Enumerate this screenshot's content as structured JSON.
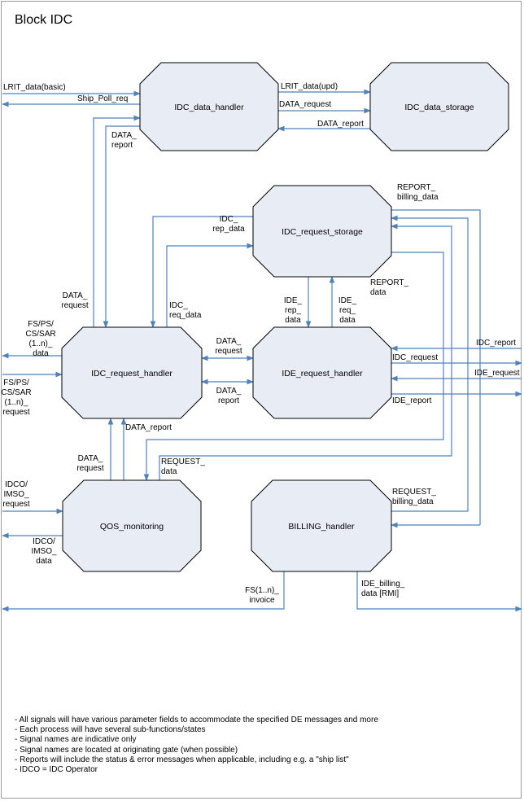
{
  "title": "Block IDC",
  "blocks": {
    "idc_data_handler": "IDC_data_handler",
    "idc_data_storage": "IDC_data_storage",
    "idc_request_storage": "IDC_request_storage",
    "idc_request_handler": "IDC_request_handler",
    "ide_request_handler": "IDE_request_handler",
    "qos_monitoring": "QOS_monitoring",
    "billing_handler": "BILLING_handler"
  },
  "signals": {
    "lrit_data_basic": "LRIT_data(basic)",
    "ship_poll_req": "Ship_Poll_req",
    "lrit_data_upd": "LRIT_data(upd)",
    "data_request_top": "DATA_request",
    "data_report_top": "DATA_report",
    "data_report_left": [
      "DATA_",
      "report"
    ],
    "idc_rep_data": [
      "IDC_",
      "rep_data"
    ],
    "report_billing_data": [
      "REPORT_",
      "billing_data"
    ],
    "report_data": [
      "REPORT_",
      "data"
    ],
    "data_request_left": [
      "DATA_",
      "request"
    ],
    "idc_req_data": [
      "IDC_",
      "req_data"
    ],
    "ide_rep_data": [
      "IDE_",
      "rep_",
      "data"
    ],
    "ide_req_data": [
      "IDE_",
      "req_",
      "data"
    ],
    "fs_data_out": [
      "FS/PS/",
      "CS/SAR",
      "(1..n)_",
      "data"
    ],
    "fs_request_in": [
      "FS/PS/",
      "CS/SAR",
      "(1..n)_",
      "request"
    ],
    "data_request_mid": [
      "DATA_",
      "request"
    ],
    "data_report_mid": [
      "DATA_",
      "report"
    ],
    "idc_report": "IDC_report",
    "idc_request": "IDC_request",
    "ide_request": "IDE_request",
    "ide_report": "IDE_report",
    "data_report_qos": "DATA_report",
    "data_request_qos": [
      "DATA_",
      "request"
    ],
    "request_data": [
      "REQUEST_",
      "data"
    ],
    "request_billing_data": [
      "REQUEST_",
      "billing_data"
    ],
    "idco_imso_request": [
      "IDCO/",
      "IMSO_",
      "request"
    ],
    "idco_imso_data": [
      "IDCO/",
      "IMSO_",
      "data"
    ],
    "fs_invoice": [
      "FS(1..n)_",
      "invoice"
    ],
    "ide_billing_data": [
      "IDE_billing_",
      "data [RMI]"
    ]
  },
  "notes": [
    "- All signals will have various parameter fields to accommodate the specified DE messages and more",
    "- Each process will have several sub-functions/states",
    "- Signal names are indicative only",
    "- Signal names are located at originating gate (when possible)",
    "- Reports will include the status & error messages when applicable, including e.g. a \"ship list\"",
    "- IDCO = IDC Operator"
  ],
  "colors": {
    "arrow": "#4f81bd",
    "block_fill": "#e8ecf4",
    "block_stroke": "#000000"
  }
}
